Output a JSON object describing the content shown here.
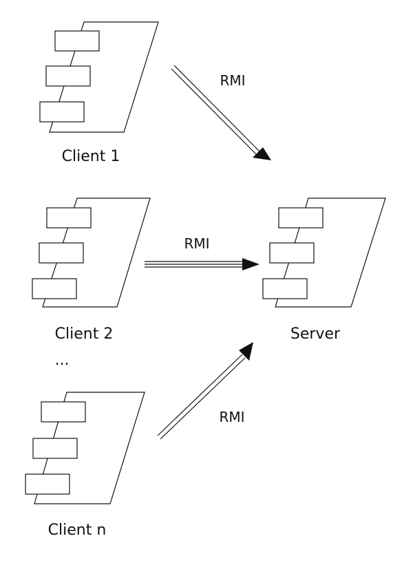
{
  "nodes": {
    "client1": {
      "label": "Client 1"
    },
    "client2": {
      "label": "Client 2"
    },
    "ellipsis": {
      "label": "..."
    },
    "clientn": {
      "label": "Client n"
    },
    "server": {
      "label": "Server"
    }
  },
  "edges": [
    {
      "from": "client1",
      "to": "server",
      "label": "RMI",
      "style": "double-line-arrow"
    },
    {
      "from": "client2",
      "to": "server",
      "label": "RMI",
      "style": "double-line-arrow"
    },
    {
      "from": "clientn",
      "to": "server",
      "label": "RMI",
      "style": "double-line-arrow"
    }
  ],
  "colors": {
    "stroke": "#111111",
    "background": "#ffffff"
  }
}
